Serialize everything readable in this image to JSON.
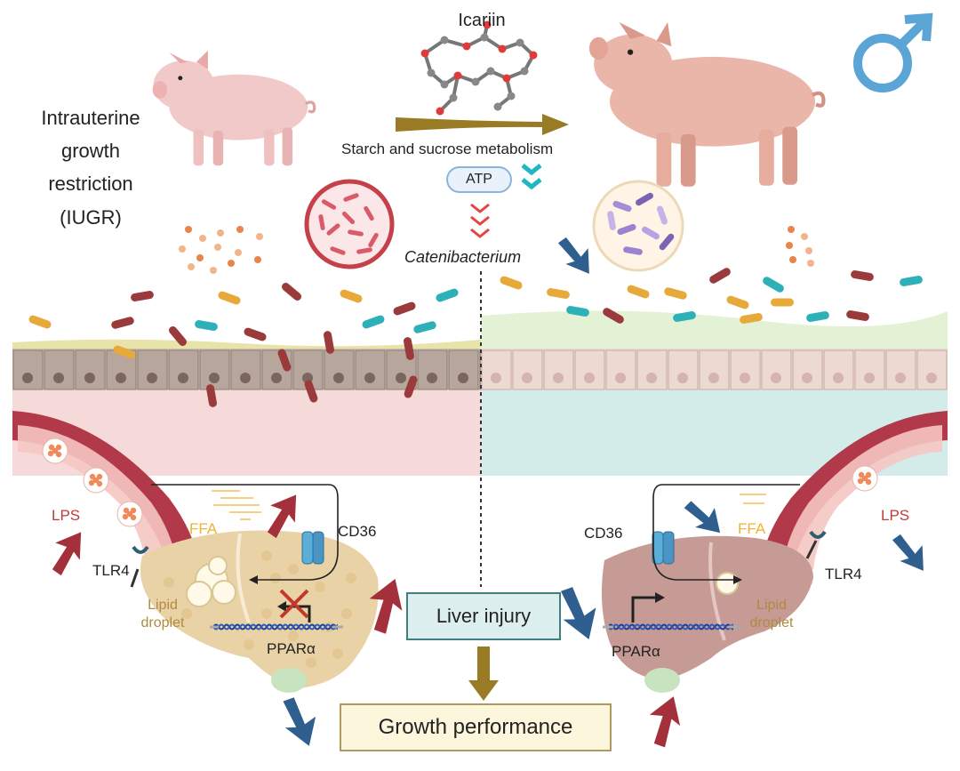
{
  "condition": {
    "line1": "Intrauterine",
    "line2": "growth",
    "line3": "restriction",
    "line4": "(IUGR)"
  },
  "treatment": {
    "name": "Icariin",
    "pathway": "Starch and sucrose metabolism",
    "atp": "ATP",
    "bacterium": "Catenibacterium"
  },
  "left_panel": {
    "lps": "LPS",
    "ffa": "FFA",
    "cd36": "CD36",
    "tlr4": "TLR4",
    "lipid_line1": "Lipid",
    "lipid_line2": "droplet",
    "ppar": "PPARα"
  },
  "right_panel": {
    "lps": "LPS",
    "ffa": "FFA",
    "cd36": "CD36",
    "tlr4": "TLR4",
    "lipid_line1": "Lipid",
    "lipid_line2": "droplet",
    "ppar": "PPARα"
  },
  "outcomes": {
    "liver_injury": "Liver injury",
    "growth_performance": "Growth performance"
  },
  "symbols": {
    "male": "male-symbol"
  },
  "colors": {
    "up_arrow": "#a3303b",
    "down_arrow": "#2f5f8f",
    "gold_arrow": "#9a7b25",
    "ffa": "#f2b233",
    "lps": "#c33a3a",
    "left_bg": "#f6d9d9",
    "right_bg": "#d3ecea",
    "male": "#5aa4d6"
  }
}
